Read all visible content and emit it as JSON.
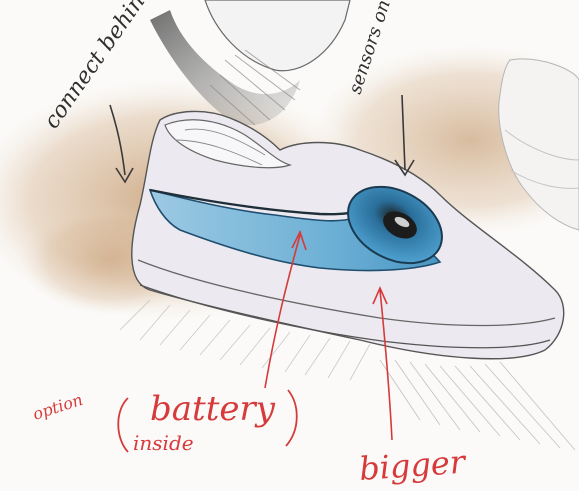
{
  "sketch": {
    "subject": "sneaker concept sketch",
    "annotations": {
      "connect_behind": "connect behind",
      "sensors_on_top": "sensors on the top",
      "option": "option",
      "battery": "battery",
      "inside": "inside",
      "bigger": "bigger"
    },
    "colors": {
      "pencil": "#3a3a3a",
      "red_ink": "#d63a3a",
      "blue_band": "#6fb1d6",
      "blue_dark": "#2b79a8",
      "tan_shade": "#c9a27a",
      "shoe_fill": "#ecebef"
    }
  }
}
